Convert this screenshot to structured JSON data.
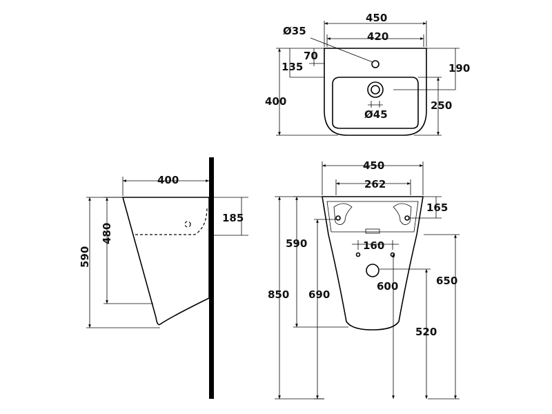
{
  "top_view": {
    "overall_width": "450",
    "inner_width": "420",
    "tap_hole_diameter": "Ø35",
    "tap_offset": "70",
    "tap_edge_offset": "135",
    "depth": "400",
    "bowl_offset": "190",
    "bowl_depth": "250",
    "waste_diameter": "Ø45"
  },
  "side_view": {
    "projection": "400",
    "wall_fix_height": "185",
    "inner_height": "480",
    "overall_height": "590"
  },
  "front_view": {
    "overall_width": "450",
    "fixing_centres": "262",
    "fixing_height": "165",
    "lower_fixing_centres": "160",
    "inner_height": "590",
    "rim_height": "850",
    "inner_rim_height": "690",
    "bracket_height": "600",
    "outer_bracket_height": "650",
    "waste_height": "520"
  },
  "colors": {
    "line": "#000000",
    "wall": "#000000",
    "text": "#111111"
  }
}
